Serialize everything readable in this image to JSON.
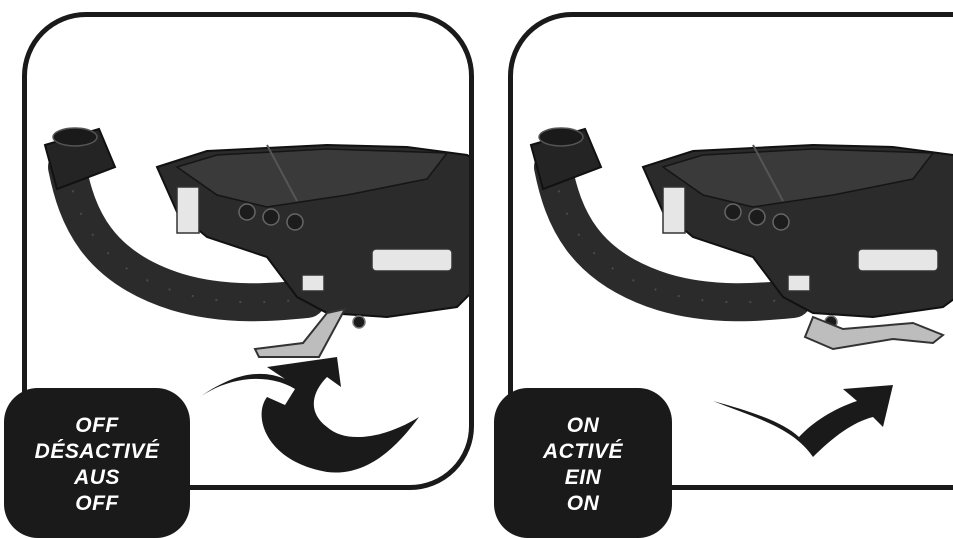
{
  "panels": [
    {
      "state": "off",
      "labels": [
        "OFF",
        "DÉSACTIVÉ",
        "AUS",
        "OFF"
      ],
      "lever_position": "down",
      "arrow_direction": "up"
    },
    {
      "state": "on",
      "labels": [
        "ON",
        "ACTIVÉ",
        "EIN",
        "ON"
      ],
      "lever_position": "up",
      "arrow_direction": "right"
    }
  ],
  "colors": {
    "frame": "#1a1a1a",
    "badge_background": "#1a1a1a",
    "badge_text": "#ffffff",
    "product_dark": "#2b2b2b",
    "product_light": "#e6e6e6",
    "lever": "#bdbdbd",
    "arrow": "#1a1a1a"
  }
}
